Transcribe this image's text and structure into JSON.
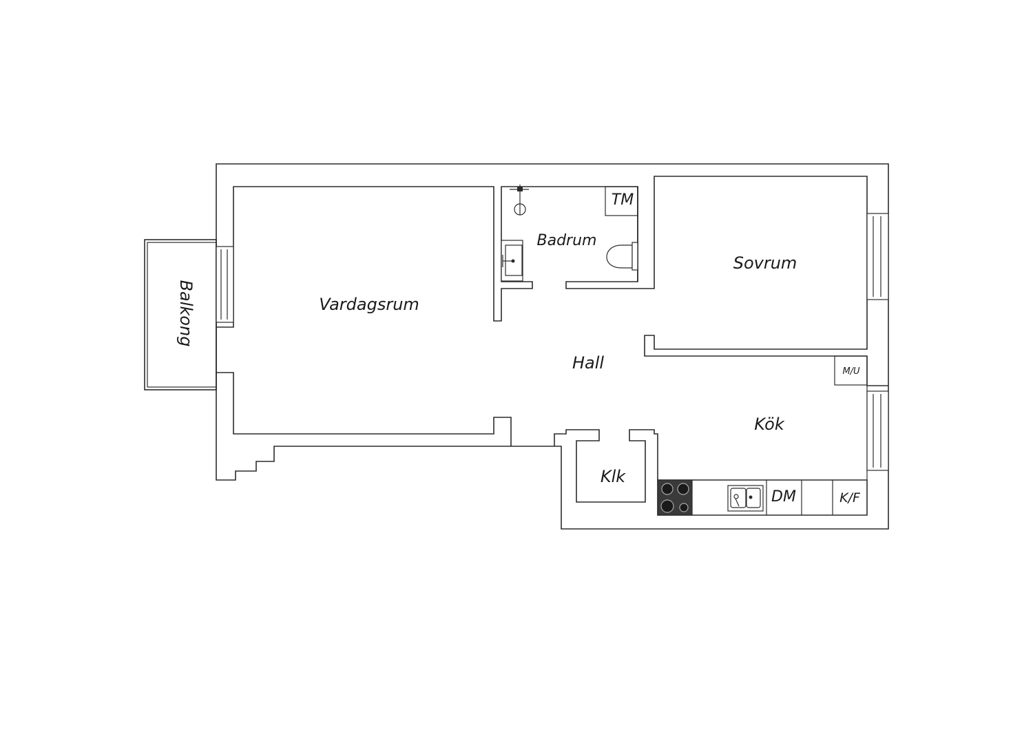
{
  "rooms": {
    "vardagsrum": "Vardagsrum",
    "badrum": "Badrum",
    "sovrum": "Sovrum",
    "hall": "Hall",
    "kok": "Kök",
    "klk": "Klk",
    "balkong": "Balkong"
  },
  "fixtures": {
    "tm": "TM",
    "mu": "M/U",
    "dm": "DM",
    "kf": "K/F"
  },
  "colors": {
    "line": "#2b2b2b",
    "background": "#ffffff",
    "hob": "#3a3a3a"
  }
}
